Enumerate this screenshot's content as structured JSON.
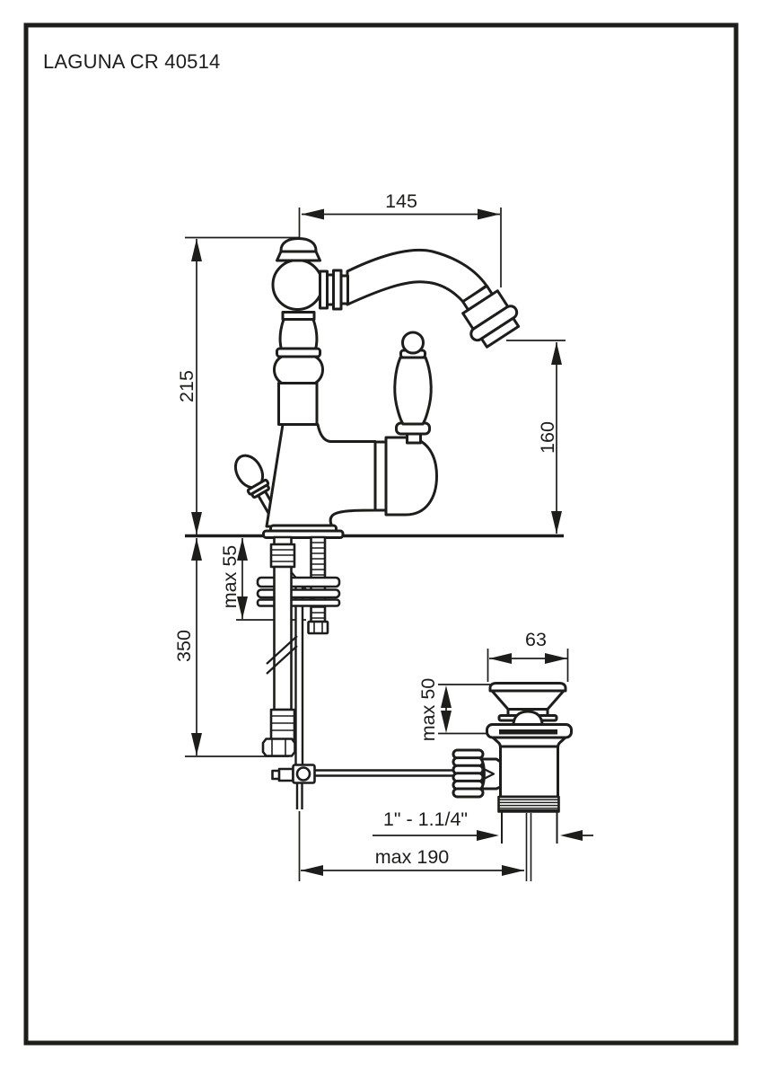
{
  "title": "LAGUNA CR 40514",
  "colors": {
    "ink": "#1d1d1b",
    "paper": "#ffffff"
  },
  "drawing": {
    "type": "technical-dimension-diagram",
    "subject": "single-lever basin/bidet mixer tap with flexible hose and pop-up waste set",
    "labels": {
      "spout_reach": "145",
      "total_height": "215",
      "outlet_height": "160",
      "deck_thickness_max": "max 55",
      "hose_length": "350",
      "waste_flange_diameter": "63",
      "waste_depth_max": "max 50",
      "waste_thread_size": "1\" - 1.1/4\"",
      "rod_reach_max": "max 190"
    }
  }
}
